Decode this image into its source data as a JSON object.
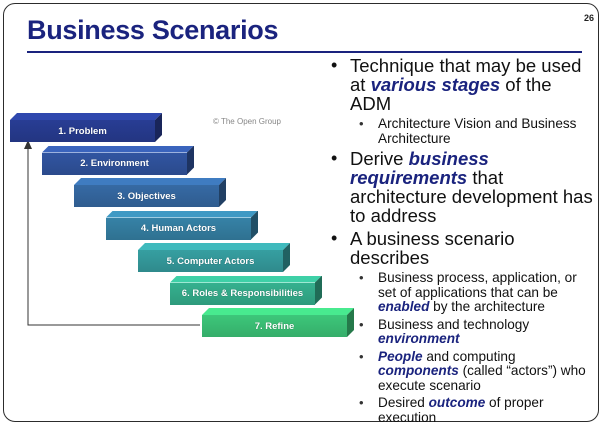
{
  "slide": {
    "number": "26",
    "title": "Business Scenarios",
    "copyright": "© The Open Group"
  },
  "steps": [
    {
      "label": "1. Problem",
      "color": "#233581"
    },
    {
      "label": "2. Environment",
      "color": "#2b4a8c"
    },
    {
      "label": "3. Objectives",
      "color": "#2f5c8f"
    },
    {
      "label": "4. Human Actors",
      "color": "#2f7191"
    },
    {
      "label": "5. Computer Actors",
      "color": "#2f8a8c"
    },
    {
      "label": "6. Roles & Responsibilities",
      "color": "#2e9a7c"
    },
    {
      "label": "7. Refine",
      "color": "#35ad6a"
    }
  ],
  "bullets": [
    {
      "parts": [
        {
          "text": "Technique that may be used at "
        },
        {
          "text": "various stages",
          "emph": true
        },
        {
          "text": " of the ADM"
        }
      ],
      "subs": [
        {
          "parts": [
            {
              "text": "Architecture Vision and Business Architecture"
            }
          ]
        }
      ]
    },
    {
      "parts": [
        {
          "text": "Derive "
        },
        {
          "text": "business requirements",
          "emph": true
        },
        {
          "text": " that architecture development has to address"
        }
      ],
      "subs": []
    },
    {
      "parts": [
        {
          "text": "A business scenario describes"
        }
      ],
      "subs": [
        {
          "parts": [
            {
              "text": "Business process, application, or set of applications that can be "
            },
            {
              "text": "enabled",
              "emph": true
            },
            {
              "text": " by the architecture"
            }
          ]
        },
        {
          "parts": [
            {
              "text": "Business and technology "
            },
            {
              "text": "environment",
              "emph": true
            }
          ]
        },
        {
          "parts": [
            {
              "text": "People",
              "emph": true
            },
            {
              "text": " and computing "
            },
            {
              "text": "components",
              "emph": true
            },
            {
              "text": " (called “actors”) who execute scenario"
            }
          ]
        },
        {
          "parts": [
            {
              "text": "Desired "
            },
            {
              "text": "outcome",
              "emph": true
            },
            {
              "text": " of proper execution"
            }
          ]
        }
      ]
    }
  ]
}
